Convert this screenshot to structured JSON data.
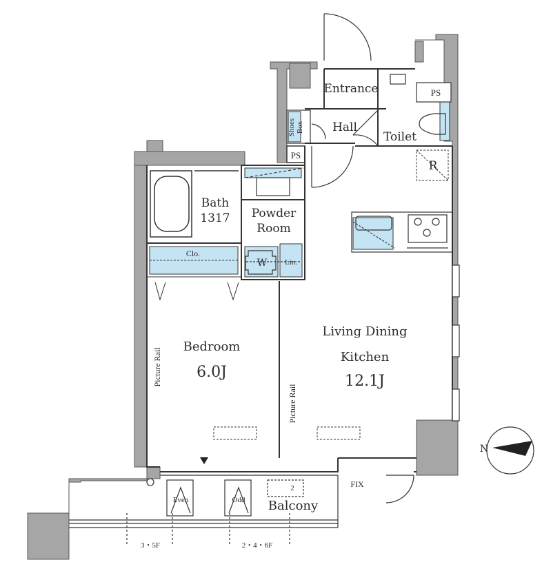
{
  "colors": {
    "wall": "#a6a6a6",
    "wall_stroke": "#555555",
    "line": "#333333",
    "water_blue": "#c5e4f3",
    "background": "#ffffff"
  },
  "rooms": {
    "entrance": "Entrance",
    "hall": "Hall",
    "shoes_box_line1": "Shoes",
    "shoes_box_line2": "Box",
    "toilet": "Toilet",
    "ps_top": "PS",
    "ps_hall": "PS",
    "refrigerator": "R",
    "bath_name": "Bath",
    "bath_size": "1317",
    "powder_room_line1": "Powder",
    "powder_room_line2": "Room",
    "closet": "Clo.",
    "washer": "W",
    "linen": "Lin.",
    "bedroom_name": "Bedroom",
    "bedroom_size": "6.0J",
    "ldk_line1": "Living Dining",
    "ldk_line2": "Kitchen",
    "ldk_size": "12.1J",
    "picture_rail_bedroom": "Picture Rail",
    "picture_rail_ldk": "Picture Rail",
    "balcony": "Balcony",
    "fix_window": "FIX",
    "partition_even": "Even",
    "partition_odd": "Odd",
    "partition_2": "2",
    "floors_odd": "3・5F",
    "floors_even": "2・4・6F"
  },
  "compass": {
    "north_letter": "N"
  }
}
